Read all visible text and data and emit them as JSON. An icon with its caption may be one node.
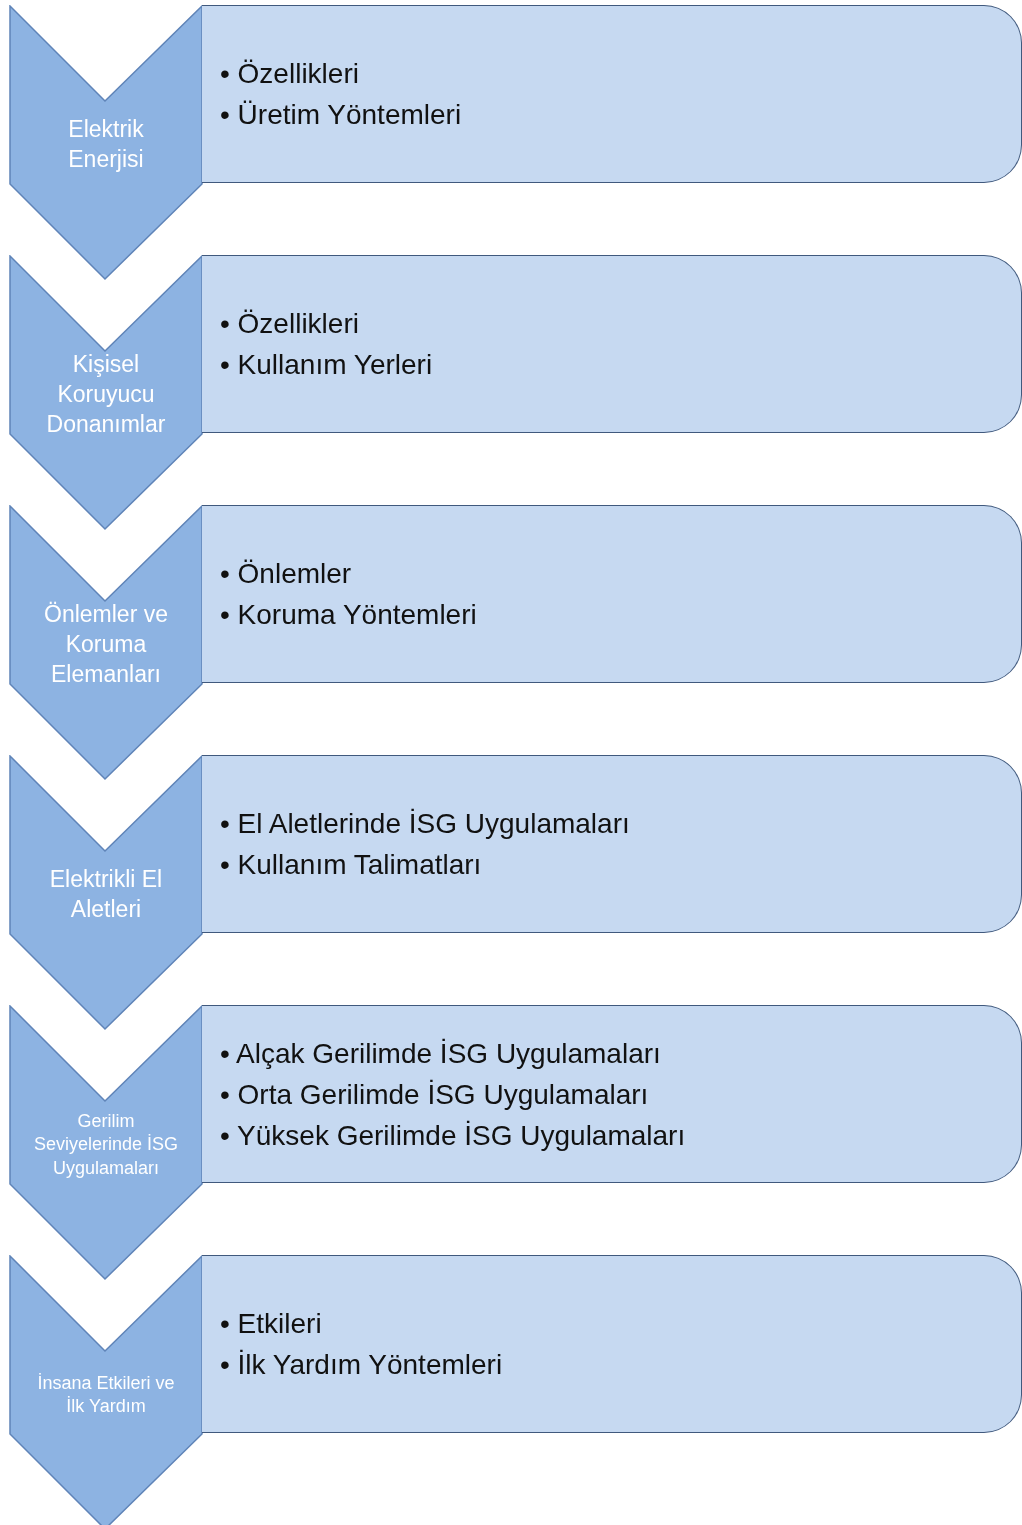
{
  "diagram": {
    "nodes": [
      {
        "text": [
          "Elektrik Enerjisi"
        ]
      },
      {
        "text": [
          "• Özellikleri",
          "• Üretim Yöntemleri"
        ]
      },
      {
        "text": [
          "Kişisel Koruyucu Donanımlar"
        ]
      },
      {
        "text": [
          "• Özellikleri",
          "• Kullanım Yerleri"
        ]
      },
      {
        "text": [
          "Önlemler ve Koruma Elemanları"
        ]
      },
      {
        "text": [
          "• Önlemler",
          "• Koruma Yöntemleri"
        ]
      },
      {
        "text": [
          "Elektrikli El Aletleri"
        ]
      },
      {
        "text": [
          "• El Aletlerinde İSG Uygulamaları",
          "• Kullanım Talimatları"
        ]
      },
      {
        "text": [
          "Gerilim Seviyelerinde İSG Uygulamaları"
        ]
      },
      {
        "text": [
          "• Alçak Gerilimde İSG Uygulamaları",
          "• Orta Gerilimde İSG Uygulamaları",
          "• Yüksek Gerilimde İSG Uygulamaları"
        ]
      },
      {
        "text": [
          "İnsana Etkileri ve İlk Yardım"
        ]
      },
      {
        "text": [
          "• Etkileri",
          "• İlk Yardım Yöntemleri"
        ]
      }
    ]
  }
}
